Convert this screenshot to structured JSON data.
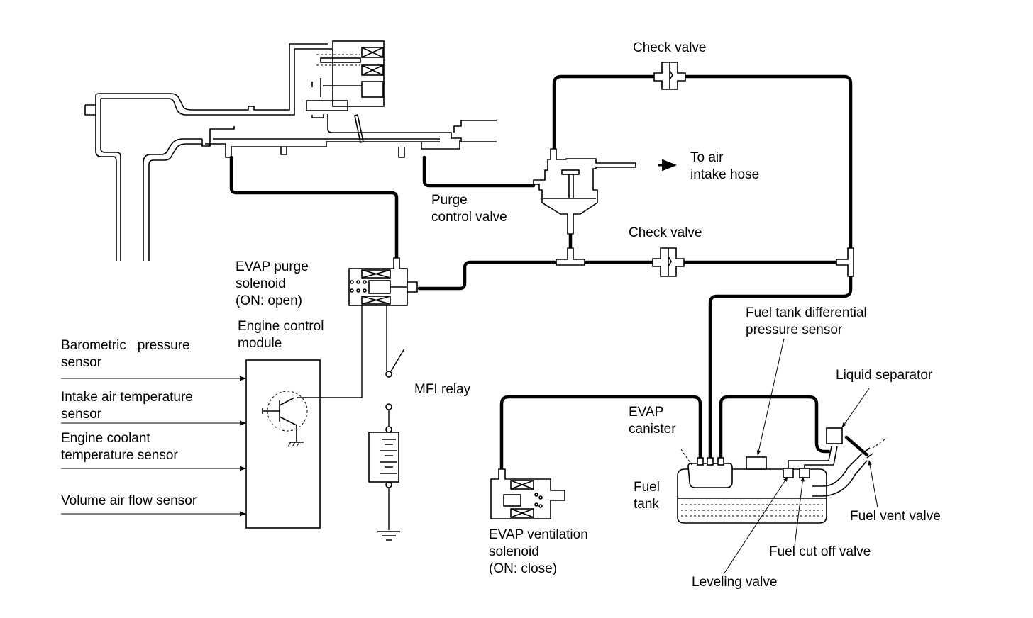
{
  "diagram": {
    "title": "EVAP system schematic",
    "labels": {
      "check_valve_top": "Check valve",
      "check_valve_mid": "Check valve",
      "to_air_intake": "To air\nintake hose",
      "purge_control_valve": "Purge\ncontrol valve",
      "evap_purge_solenoid": "EVAP purge\nsolenoid\n(ON: open)",
      "engine_control_module": "Engine control\nmodule",
      "barometric_pressure_sensor": "Barometric   pressure\nsensor",
      "intake_air_temperature_sensor": "Intake air temperature\nsensor",
      "engine_coolant_temperature_sensor": "Engine coolant\ntemperature sensor",
      "volume_air_flow_sensor": "Volume air flow sensor",
      "mfi_relay": "MFI relay",
      "fuel_tank_differential_pressure_sensor": "Fuel tank differential\npressure sensor",
      "liquid_separator": "Liquid separator",
      "evap_canister": "EVAP\ncanister",
      "fuel_tank": "Fuel\ntank",
      "evap_ventilation_solenoid": "EVAP ventilation\nsolenoid\n(ON: close)",
      "fuel_vent_valve": "Fuel vent valve",
      "fuel_cut_off_valve": "Fuel cut off valve",
      "leveling_valve": "Leveling valve"
    },
    "components": [
      "intake-manifold",
      "throttle-body",
      "purge-control-valve",
      "check-valve-top",
      "check-valve-mid",
      "evap-purge-solenoid",
      "engine-control-module",
      "mfi-relay",
      "battery",
      "ground",
      "evap-ventilation-solenoid",
      "evap-canister",
      "fuel-tank",
      "fuel-tank-differential-pressure-sensor",
      "liquid-separator",
      "leveling-valve",
      "fuel-cut-off-valve",
      "fuel-vent-valve"
    ],
    "sensor_inputs": [
      "Barometric pressure sensor",
      "Intake air temperature sensor",
      "Engine coolant temperature sensor",
      "Volume air flow sensor"
    ],
    "flow_direction": "To air intake hose"
  }
}
